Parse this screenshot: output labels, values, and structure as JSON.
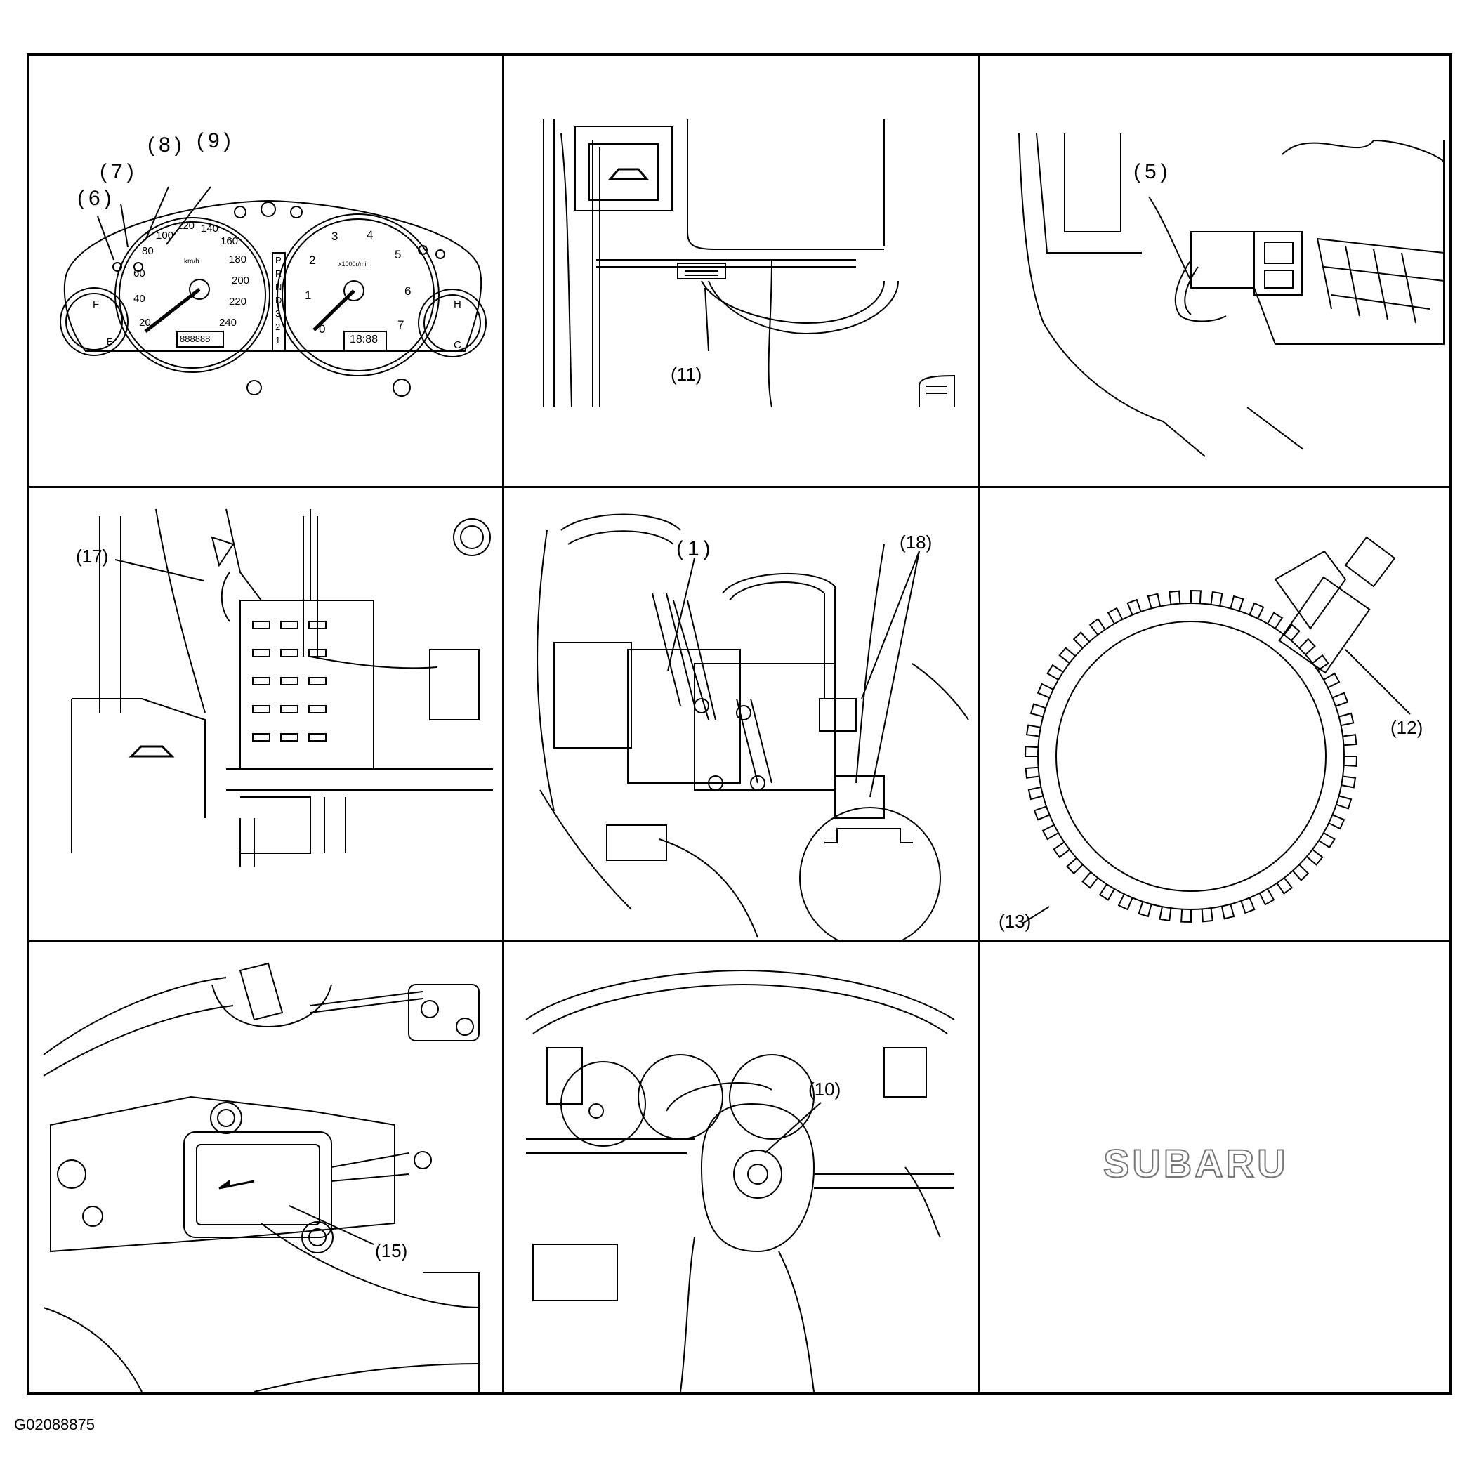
{
  "figure_id": "G02088875",
  "brand_logo_text": "SUBARU",
  "panels": [
    {
      "name": "combination-meter",
      "callouts": [
        "(6)",
        "(7)",
        "(8)",
        "(9)"
      ],
      "speedometer_ticks": [
        "20",
        "40",
        "60",
        "80",
        "100",
        "120",
        "140",
        "160",
        "180",
        "200",
        "220",
        "240"
      ],
      "speedo_unit": "km/h",
      "tachometer_ticks": [
        "0",
        "1",
        "2",
        "3",
        "4",
        "5",
        "6",
        "7"
      ],
      "tacho_unit": "x1000r/min",
      "gear_indicator": [
        "P",
        "R",
        "N",
        "D",
        "3",
        "2",
        "1"
      ],
      "fuel_marks": [
        "F",
        "E"
      ],
      "temp_marks": [
        "H",
        "C"
      ],
      "clock": "18:88",
      "odometer": "888888"
    },
    {
      "name": "diagnosis-connector-location",
      "callouts": [
        "(11)"
      ]
    },
    {
      "name": "connector-detail",
      "callouts": [
        "(5)"
      ]
    },
    {
      "name": "relay-box-location",
      "callouts": [
        "(17)"
      ]
    },
    {
      "name": "abs-control-unit-location",
      "callouts": [
        "(1)",
        "(18)"
      ]
    },
    {
      "name": "sensor-and-tone-wheel",
      "callouts": [
        "(12)",
        "(13)"
      ]
    },
    {
      "name": "g-sensor-location",
      "callouts": [
        "(15)"
      ]
    },
    {
      "name": "steering-roll-connector",
      "callouts": [
        "(10)"
      ]
    },
    {
      "name": "brand-logo-panel",
      "callouts": []
    }
  ]
}
